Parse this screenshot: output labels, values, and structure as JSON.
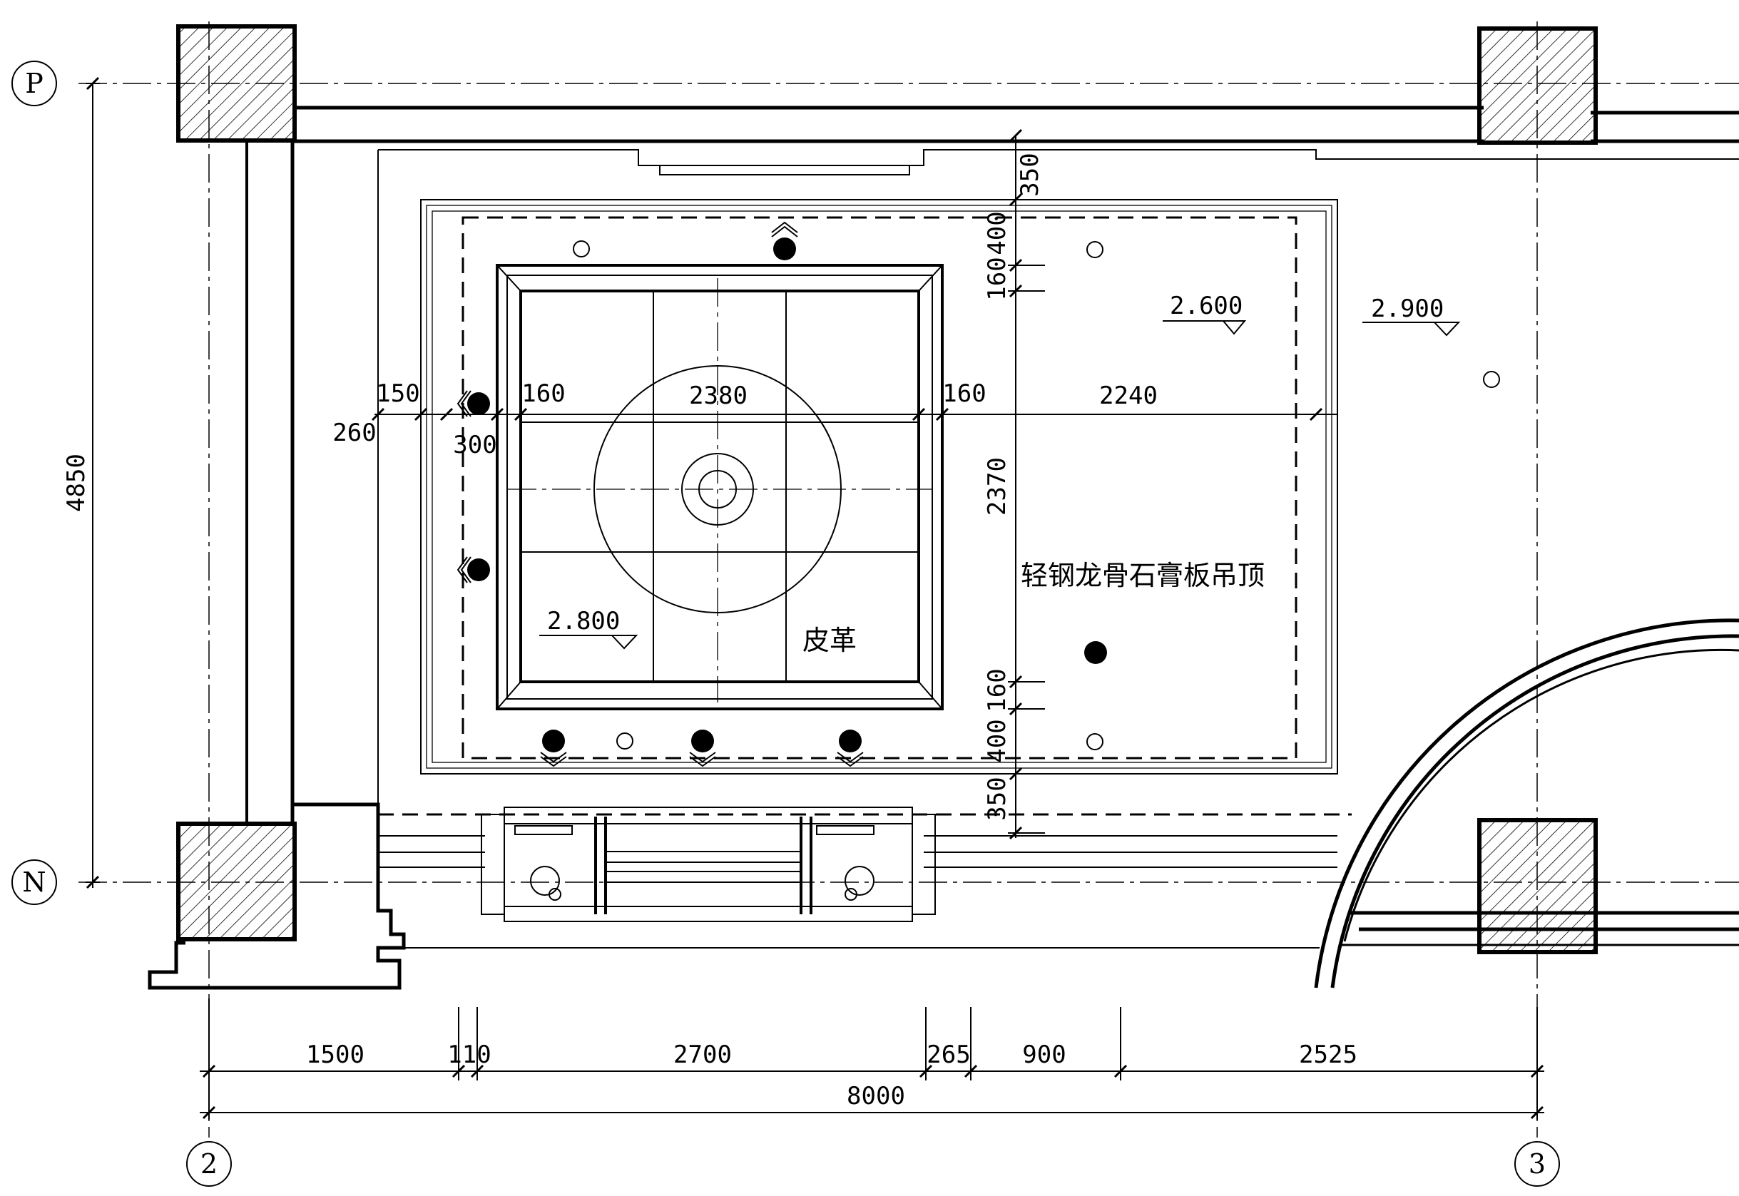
{
  "axes": {
    "row_top": "P",
    "row_bottom": "N",
    "col_left": "2",
    "col_right": "3"
  },
  "dimensions": {
    "overall_height": "4850",
    "bottom_segments": [
      "1500",
      "110",
      "2700",
      "265",
      "900",
      "2525"
    ],
    "bottom_total": "8000",
    "left_offset_150": "150",
    "left_offset_260": "260",
    "left_offset_300": "300",
    "inner_left_160": "160",
    "inner_width_2380": "2380",
    "inner_right_160": "160",
    "right_span_2240": "2240",
    "vert_350_top": "350",
    "vert_400_top": "400",
    "vert_160_top": "160",
    "vert_2370": "2370",
    "vert_160_bottom": "160",
    "vert_400_bottom": "400",
    "vert_350_bottom": "350"
  },
  "levels": {
    "ceiling_main": "2.600",
    "ceiling_outer": "2.900",
    "ceiling_center": "2.800"
  },
  "labels": {
    "ceiling_material": "轻钢龙骨石膏板吊顶",
    "leather": "皮革"
  }
}
